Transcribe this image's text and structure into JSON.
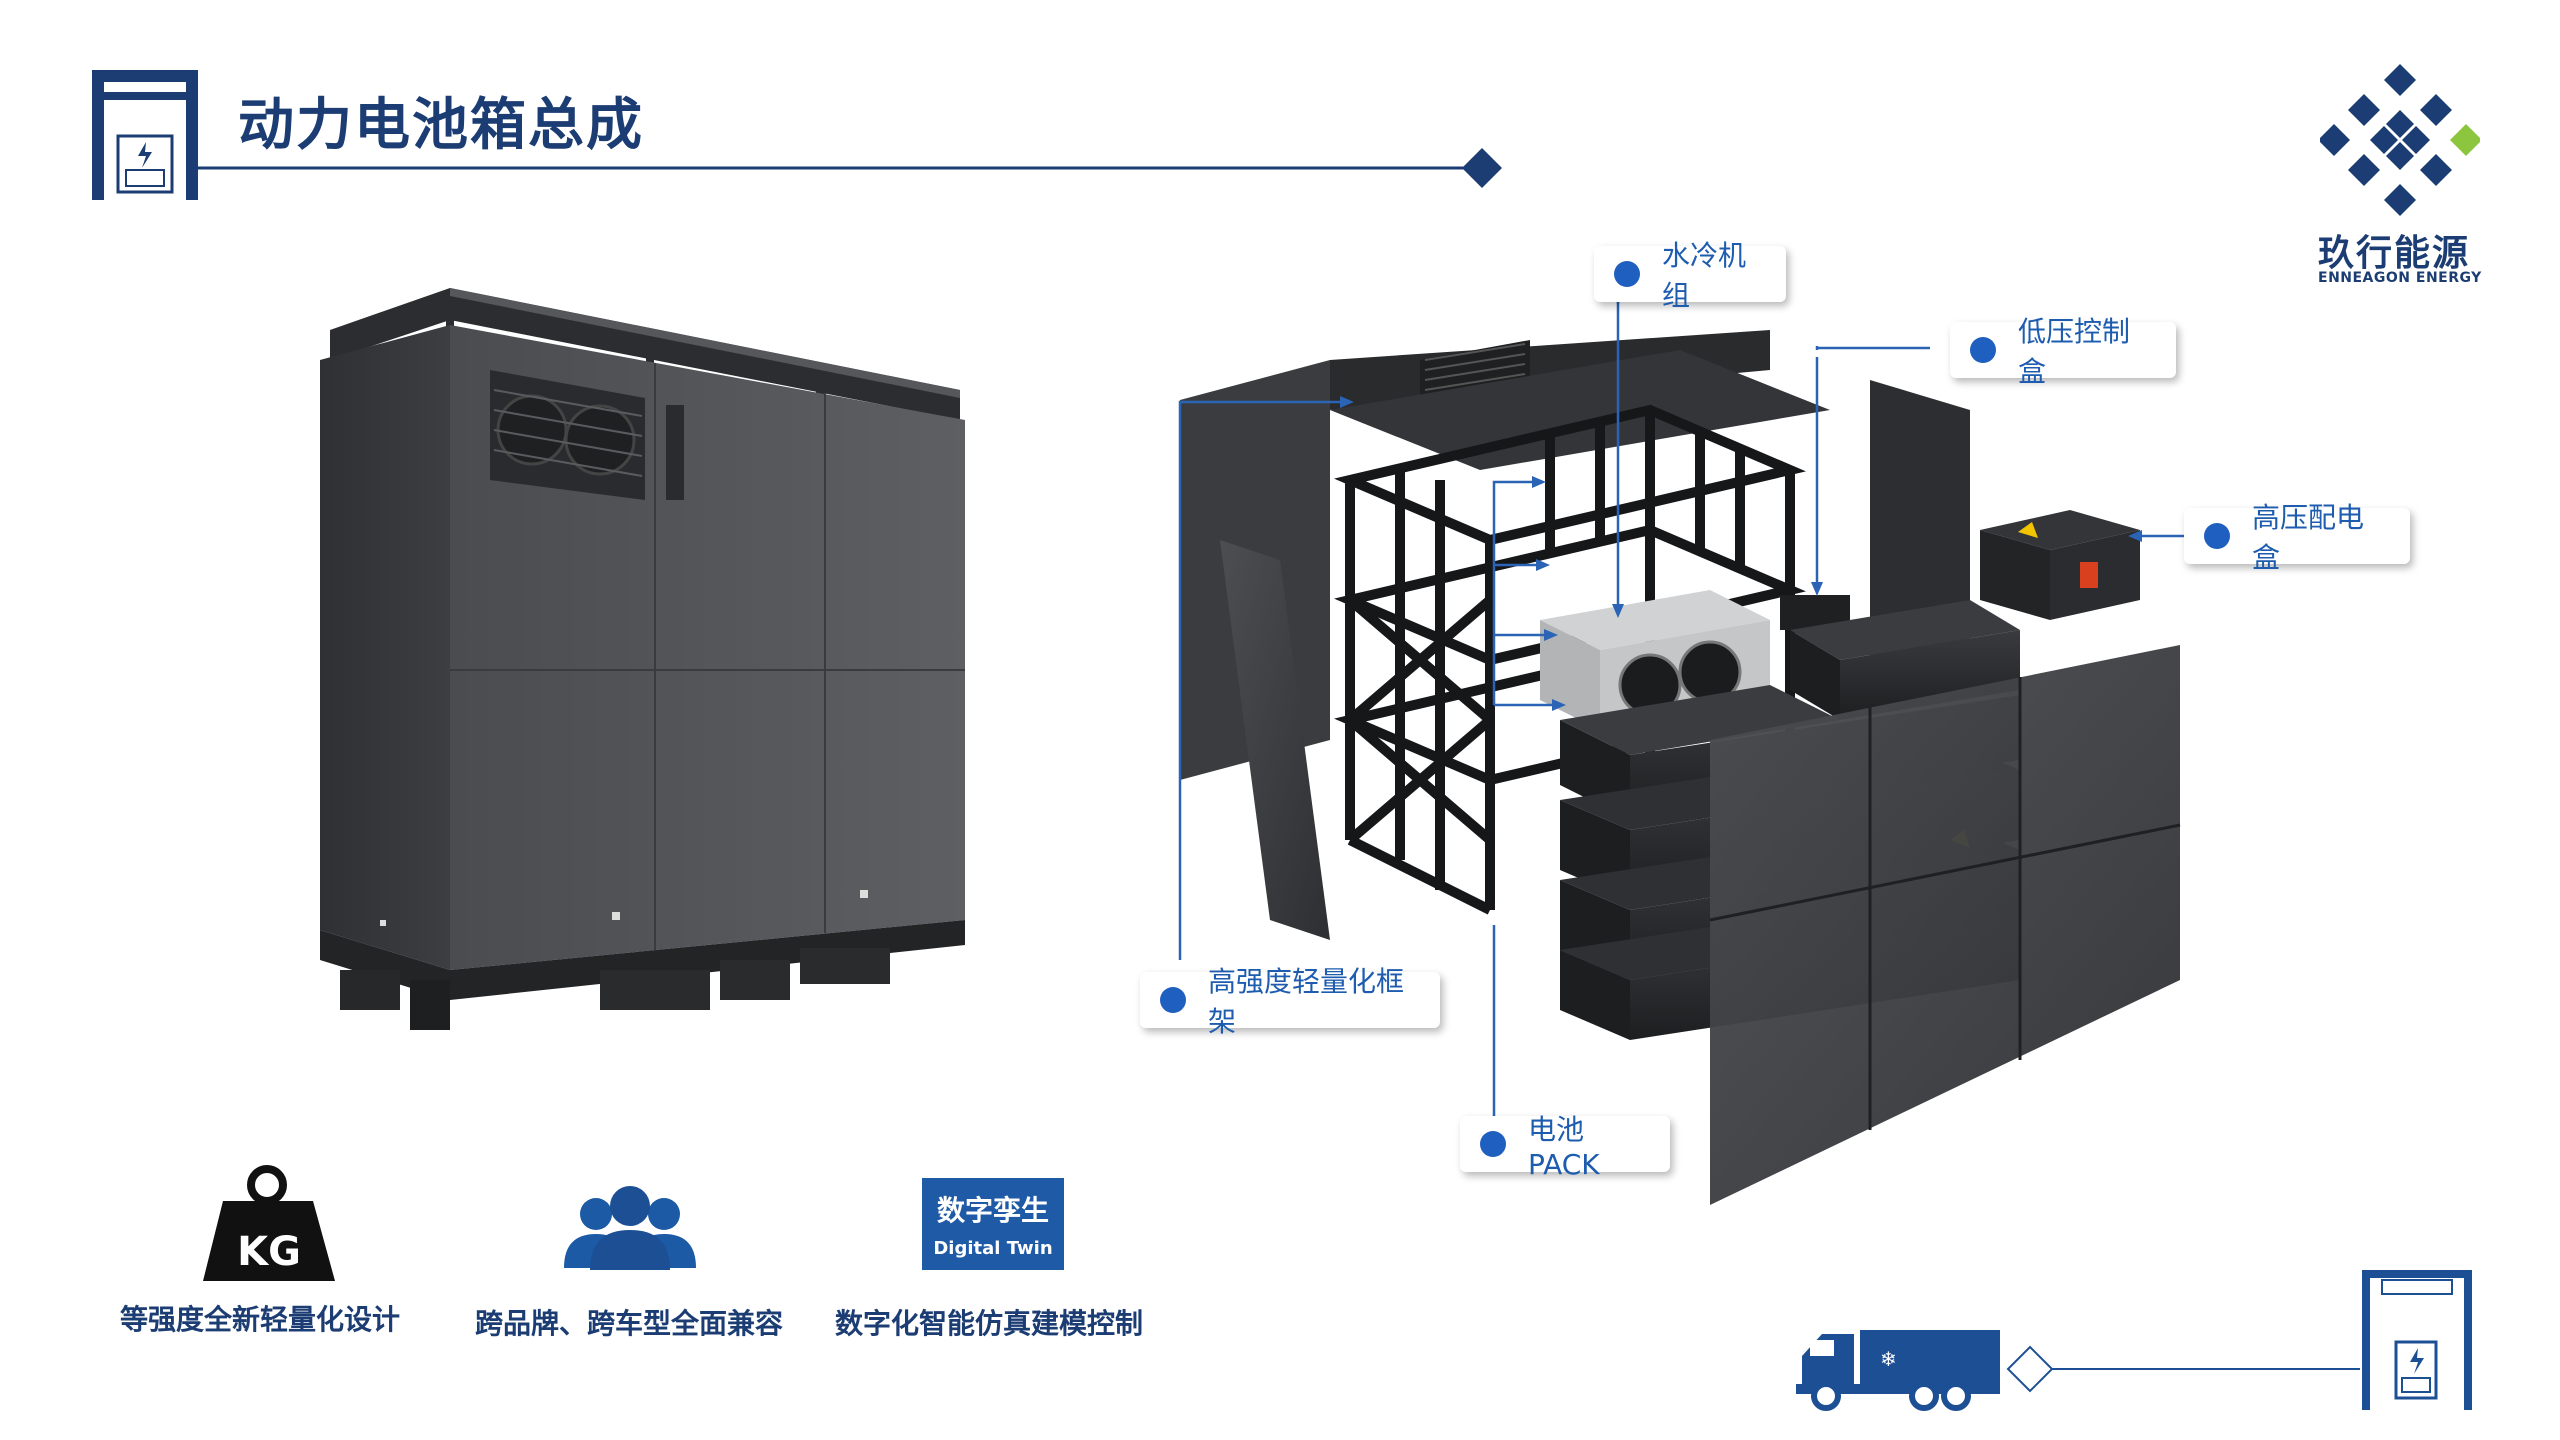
{
  "header": {
    "title": "动力电池箱总成"
  },
  "brand": {
    "name_cn": "玖行能源",
    "name_en": "ENNEAGON ENERGY",
    "accent": "#8cc63f",
    "primary": "#1c3d73"
  },
  "callouts": {
    "water_cooler": "水冷机组",
    "low_voltage_box": "低压控制盒",
    "high_voltage_box": "高压配电盒",
    "frame": "高强度轻量化框架",
    "battery_pack": "电池PACK"
  },
  "features": [
    {
      "icon": "weight-kg-icon",
      "badge": "KG",
      "label": "等强度全新轻量化设计"
    },
    {
      "icon": "users-group-icon",
      "label": "跨品牌、跨车型全面兼容"
    },
    {
      "icon": "digital-twin-icon",
      "badge_title": "数字孪生",
      "badge_sub": "Digital Twin",
      "label": "数字化智能仿真建模控制"
    }
  ],
  "icons": {
    "header": "battery-swap-station-icon",
    "footer_truck": "truck-icon",
    "footer_station": "battery-swap-station-icon"
  }
}
